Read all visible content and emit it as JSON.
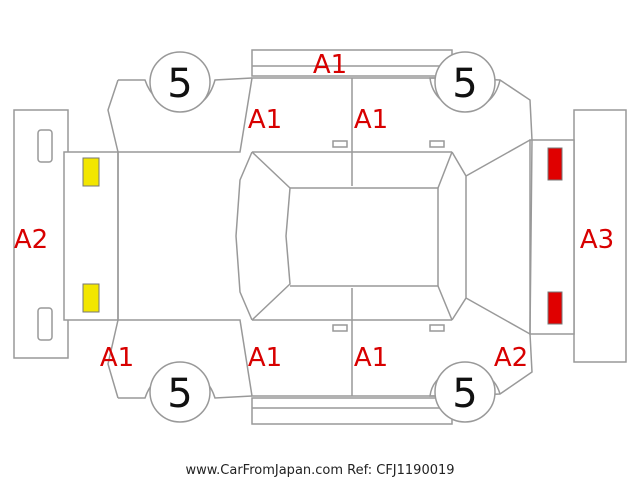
{
  "labels": {
    "roof_top": "A1",
    "left_front_door": "A1",
    "left_rear_door": "A1",
    "front_bumper": "A2",
    "rear_bumper": "A3",
    "front_right_fender": "A1",
    "right_front_door": "A1",
    "right_rear_door": "A1",
    "rear_right_quarter": "A2"
  },
  "tires": {
    "front_left": "5",
    "rear_left": "5",
    "front_right": "5",
    "rear_right": "5"
  },
  "lamps": {
    "front_color": "#f2e600",
    "rear_color": "#e00000"
  },
  "footer": "www.CarFromJapan.com Ref: CFJ1190019"
}
